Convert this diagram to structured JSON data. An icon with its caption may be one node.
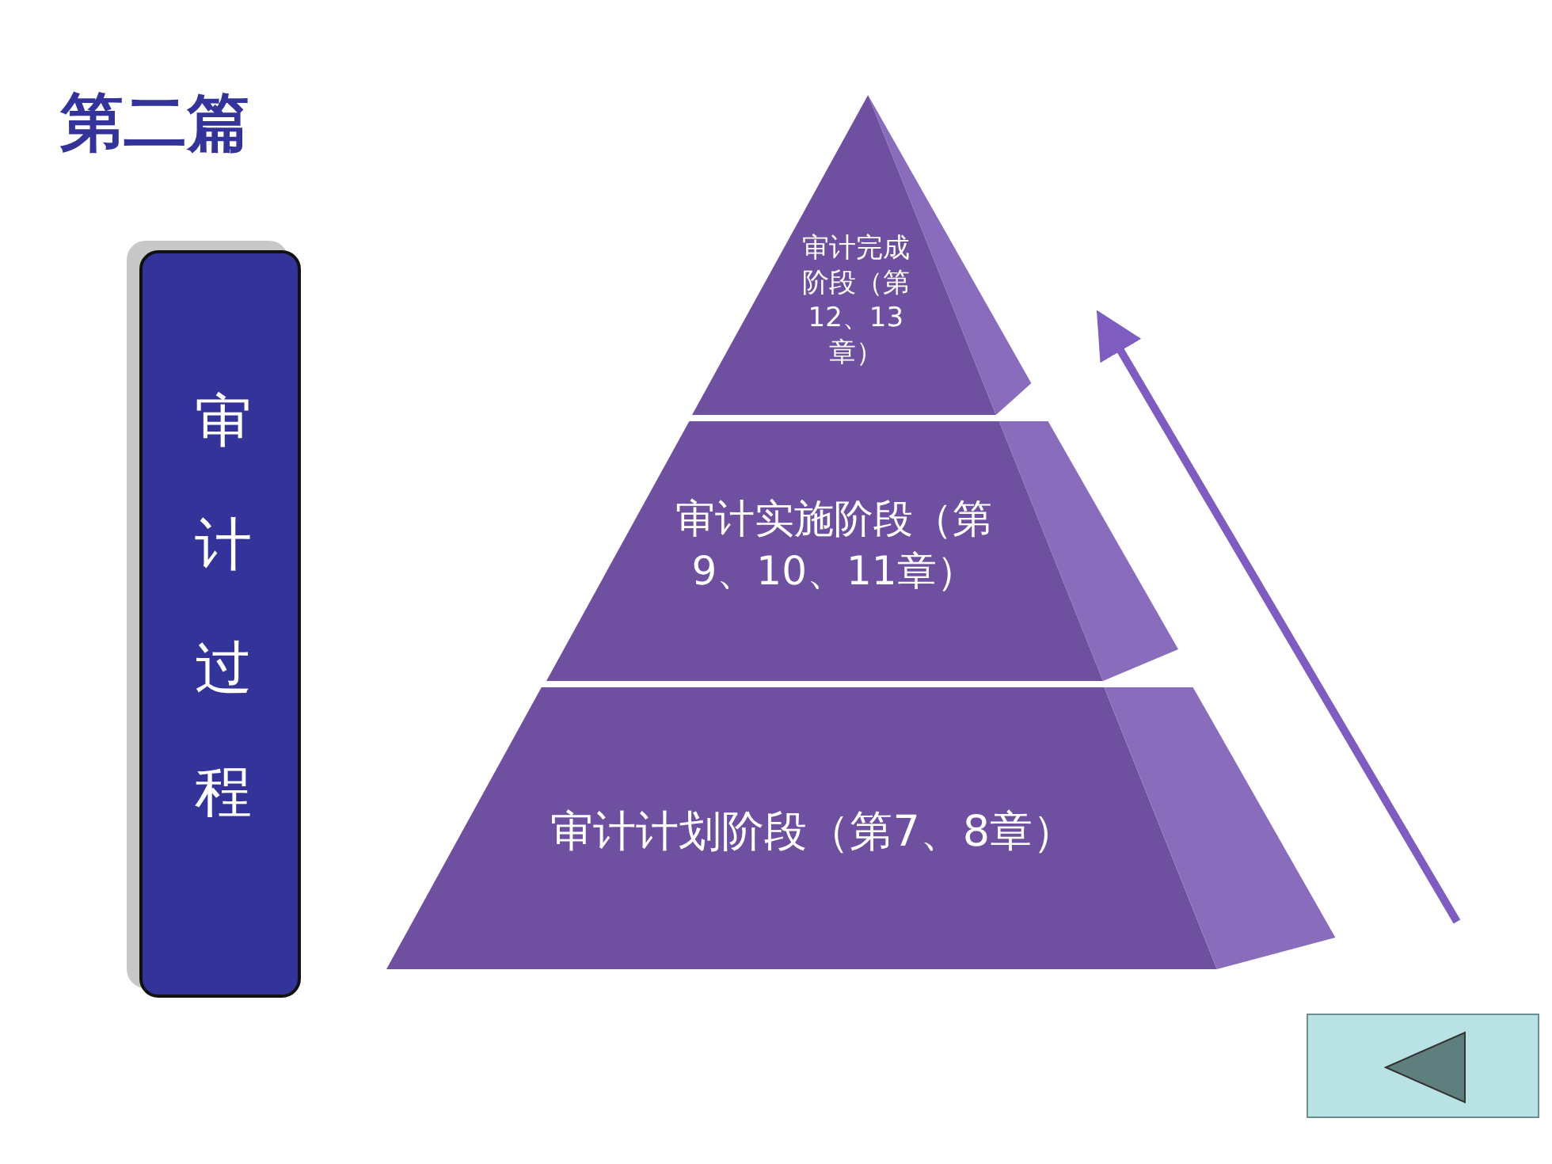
{
  "diagram": {
    "title": "第二篇",
    "nodes": [
      {
        "text": [
          "审计过程"
        ]
      },
      {
        "text": [
          "审计完成阶段（第12、13章）"
        ]
      },
      {
        "text": [
          "审计实施阶段（第9、10、11章）"
        ]
      },
      {
        "text": [
          "审计计划阶段（第7、8章）"
        ]
      }
    ]
  }
}
